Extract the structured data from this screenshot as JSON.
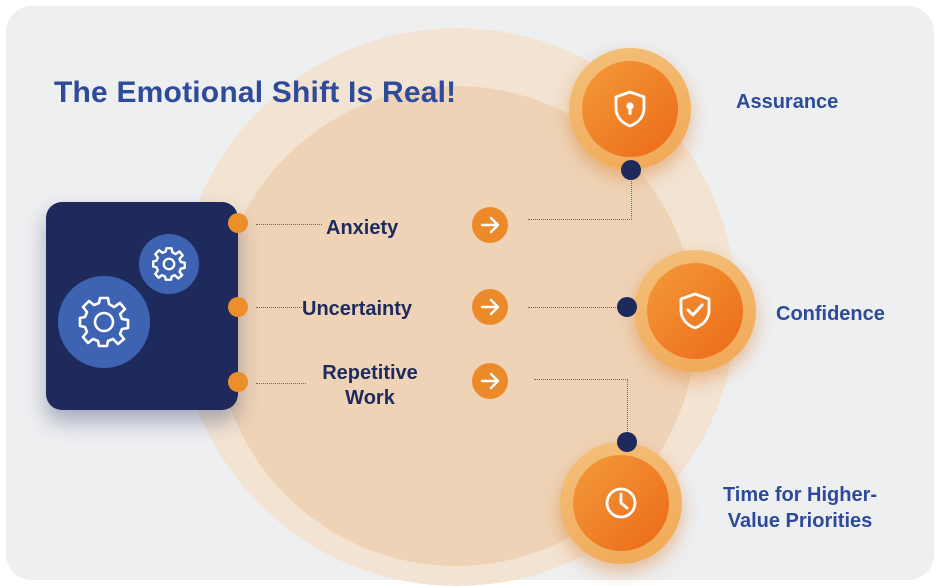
{
  "title": "The Emotional Shift Is Real!",
  "colors": {
    "navy": "#1e2a5c",
    "blue": "#2d4a9b",
    "orange": "#ec8a2a",
    "peach": "#efd3b7",
    "background": "#eeeff1"
  },
  "icons": {
    "gear_box": [
      "gear-icon",
      "gear-icon"
    ],
    "arrows": "arrow-right-icon",
    "outcomes": [
      "shield-lock-icon",
      "shield-check-icon",
      "clock-icon"
    ]
  },
  "problems": [
    {
      "label": "Anxiety"
    },
    {
      "label": "Uncertainty"
    },
    {
      "label": "Repetitive Work",
      "line1": "Repetitive",
      "line2": "Work"
    }
  ],
  "outcomes": [
    {
      "label": "Assurance"
    },
    {
      "label": "Confidence"
    },
    {
      "label": "Time for Higher-Value Priorities",
      "line1": "Time for Higher-",
      "line2": "Value Priorities"
    }
  ]
}
